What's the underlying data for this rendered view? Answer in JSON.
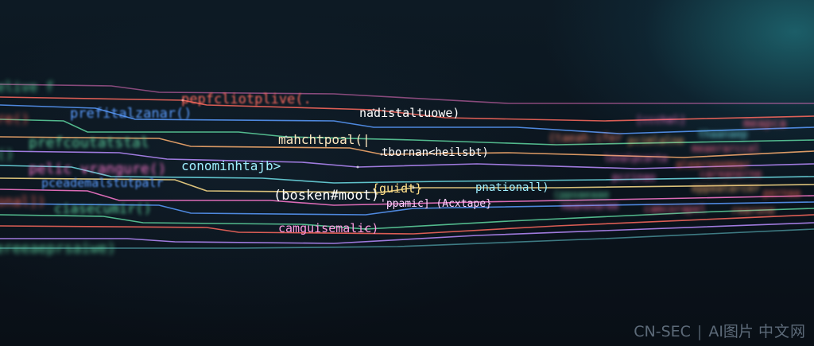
{
  "image": {
    "description_colors": {
      "background": "#0a1018",
      "glow": "#2a9aa0",
      "red": "#ff6a5e",
      "orange": "#ffb070",
      "yellow": "#ffe08a",
      "green": "#5fd6a0",
      "cyan": "#6fe0e8",
      "blue": "#5a9cff",
      "purple": "#b98cff",
      "pink": "#ff7ad0"
    }
  },
  "code_lines": {
    "l01": "pepfcliotplive(.",
    "l02": "nadistaltuowe)",
    "l03": "prefitalzanar()",
    "l04": "mahchtpoal(|",
    "l05": "prefcoutatstal",
    "l06": "tbornan<heilsbt)",
    "l07": "conominhtajb>",
    "l08": "pelic vrangure()",
    "l09": "pceademalstutpalr",
    "l10": "{guidt}",
    "l11": "pnationall)",
    "l12": "(bosken#moot)",
    "l13": "'ppamic] (Acxtape}",
    "l14": "ciasecumir()",
    "l15": "camguisemalic)",
    "l16": "ereeaeprsaiwe)"
  },
  "watermark": {
    "left": "CN-SEC",
    "sep": "|",
    "cn": "中文网",
    "ai": "AI图片"
  }
}
